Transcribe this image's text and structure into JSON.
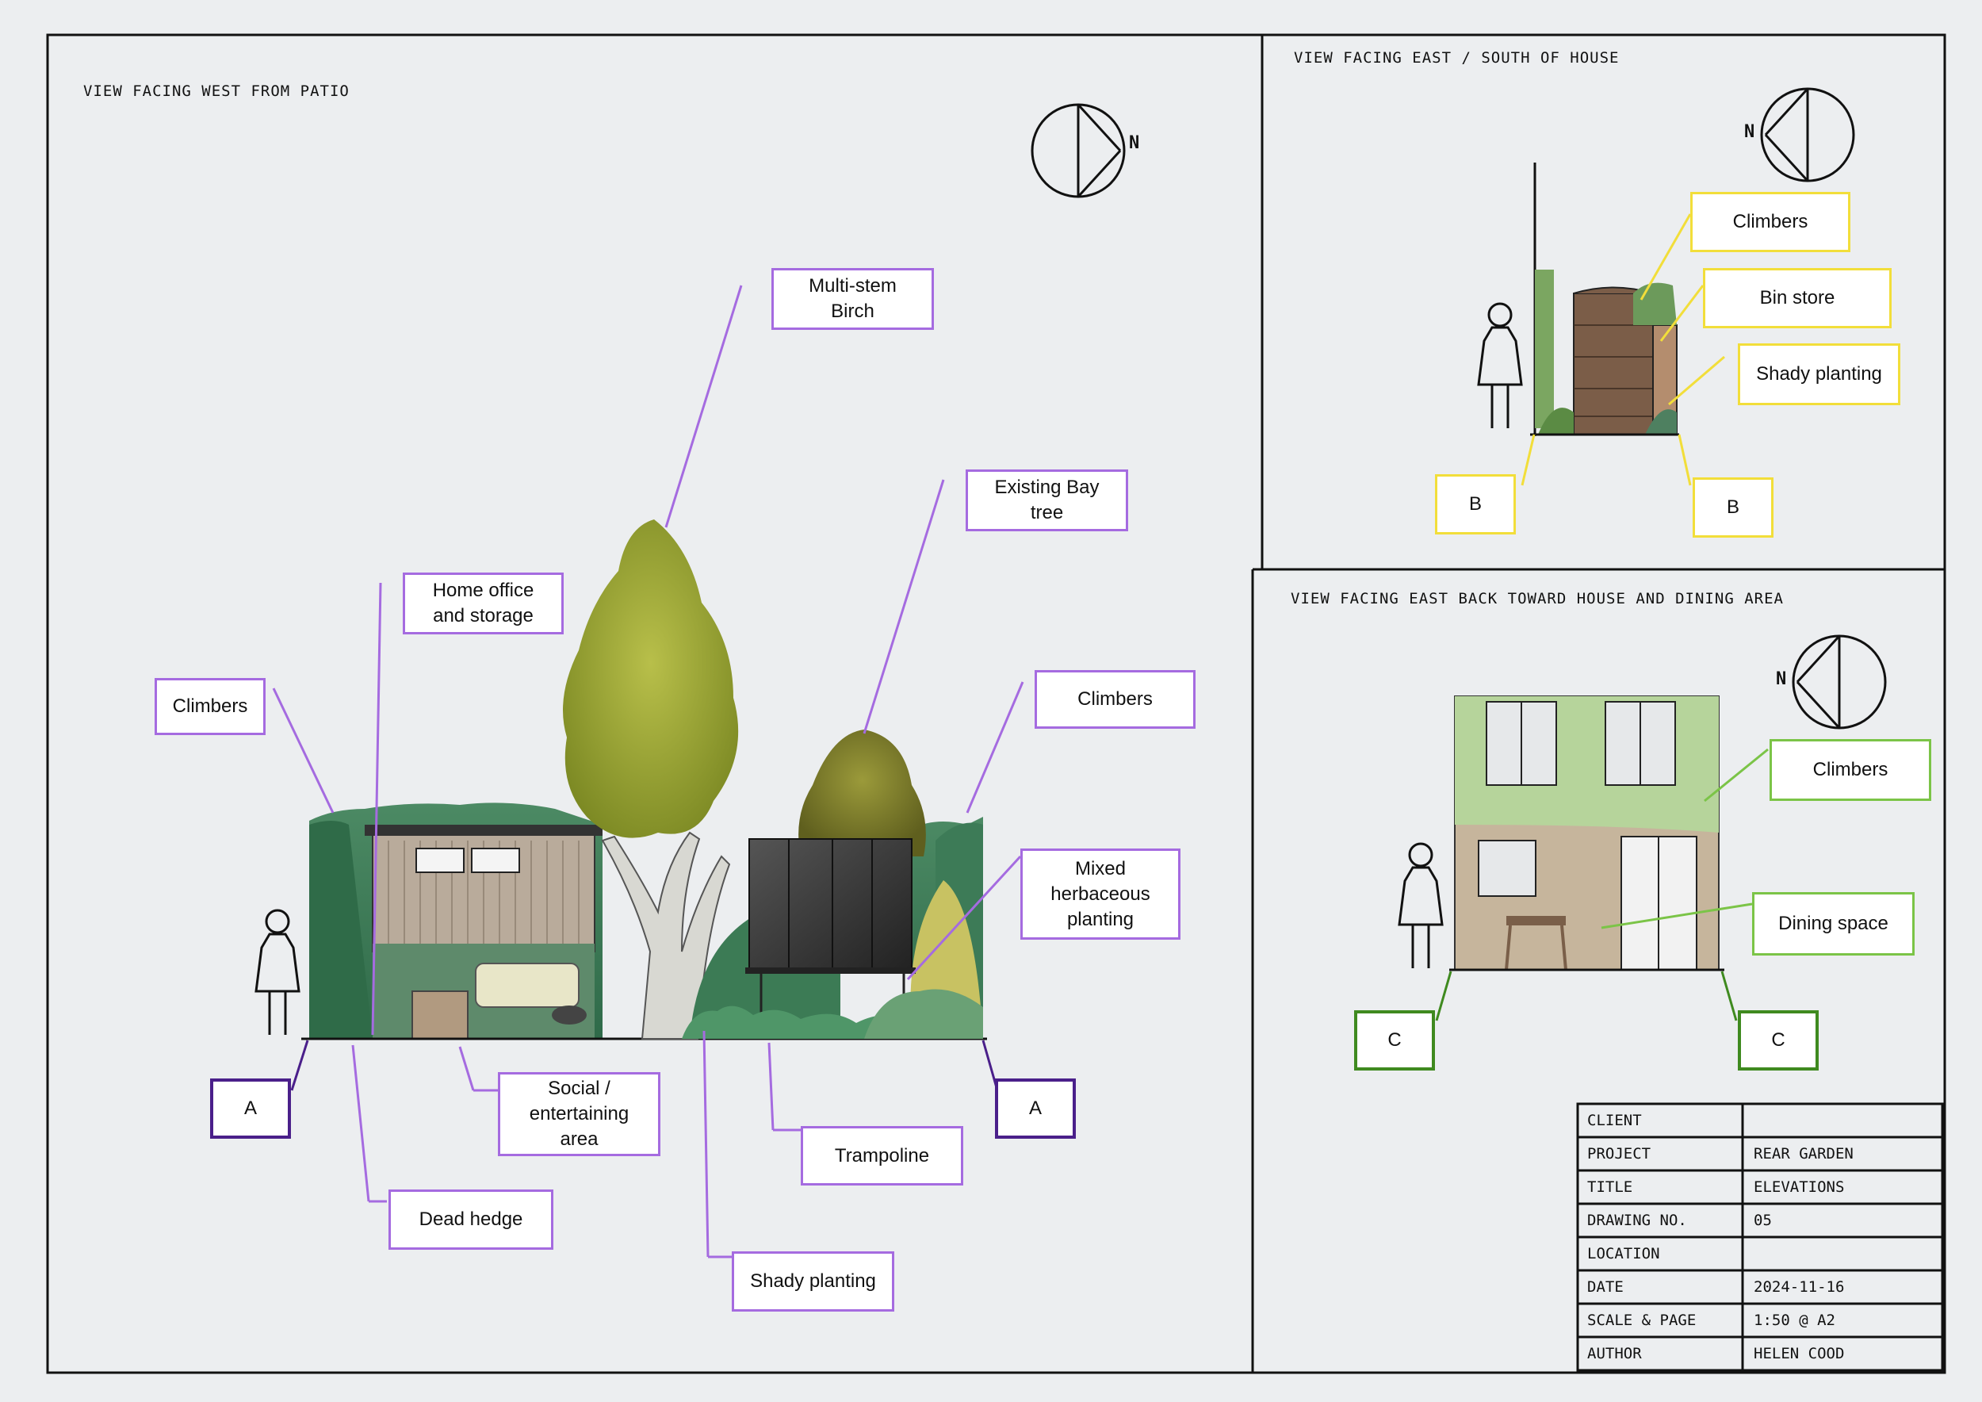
{
  "views": {
    "west": {
      "title": "View facing west from patio"
    },
    "east_south": {
      "title": "View facing east / south of house"
    },
    "east_back": {
      "title": "View facing east back toward house and dining area"
    }
  },
  "compass": {
    "north": "N"
  },
  "labels": {
    "birch": "Multi-stem\nBirch",
    "bay": "Existing Bay\ntree",
    "home_office": "Home office\nand storage",
    "climbers_left": "Climbers",
    "climbers_right": "Climbers",
    "herbaceous": "Mixed\nherbaceous\nplanting",
    "social": "Social /\nentertaining\narea",
    "trampoline": "Trampoline",
    "dead_hedge": "Dead hedge",
    "shady_main": "Shady  planting",
    "section_a_left": "A",
    "section_a_right": "A",
    "climbers_b": "Climbers",
    "bin_store": "Bin store",
    "shady_b": "Shady planting",
    "section_b_left": "B",
    "section_b_right": "B",
    "climbers_c": "Climbers",
    "dining": "Dining space",
    "section_c_left": "C",
    "section_c_right": "C"
  },
  "title_block": {
    "rows": [
      {
        "key": "Client",
        "value": ""
      },
      {
        "key": "Project",
        "value": "Rear Garden"
      },
      {
        "key": "Title",
        "value": "Elevations"
      },
      {
        "key": "Drawing No.",
        "value": "05"
      },
      {
        "key": "Location",
        "value": ""
      },
      {
        "key": "Date",
        "value": "2024-11-16"
      },
      {
        "key": "Scale & Page",
        "value": "1:50 @ A2"
      },
      {
        "key": "Author",
        "value": "Helen Cood"
      }
    ]
  },
  "colors": {
    "purple": "#a56be0",
    "purple_dark": "#4a1f8a",
    "yellow": "#f2de3a",
    "green": "#7bc447",
    "green_dark": "#3f8a1f"
  }
}
